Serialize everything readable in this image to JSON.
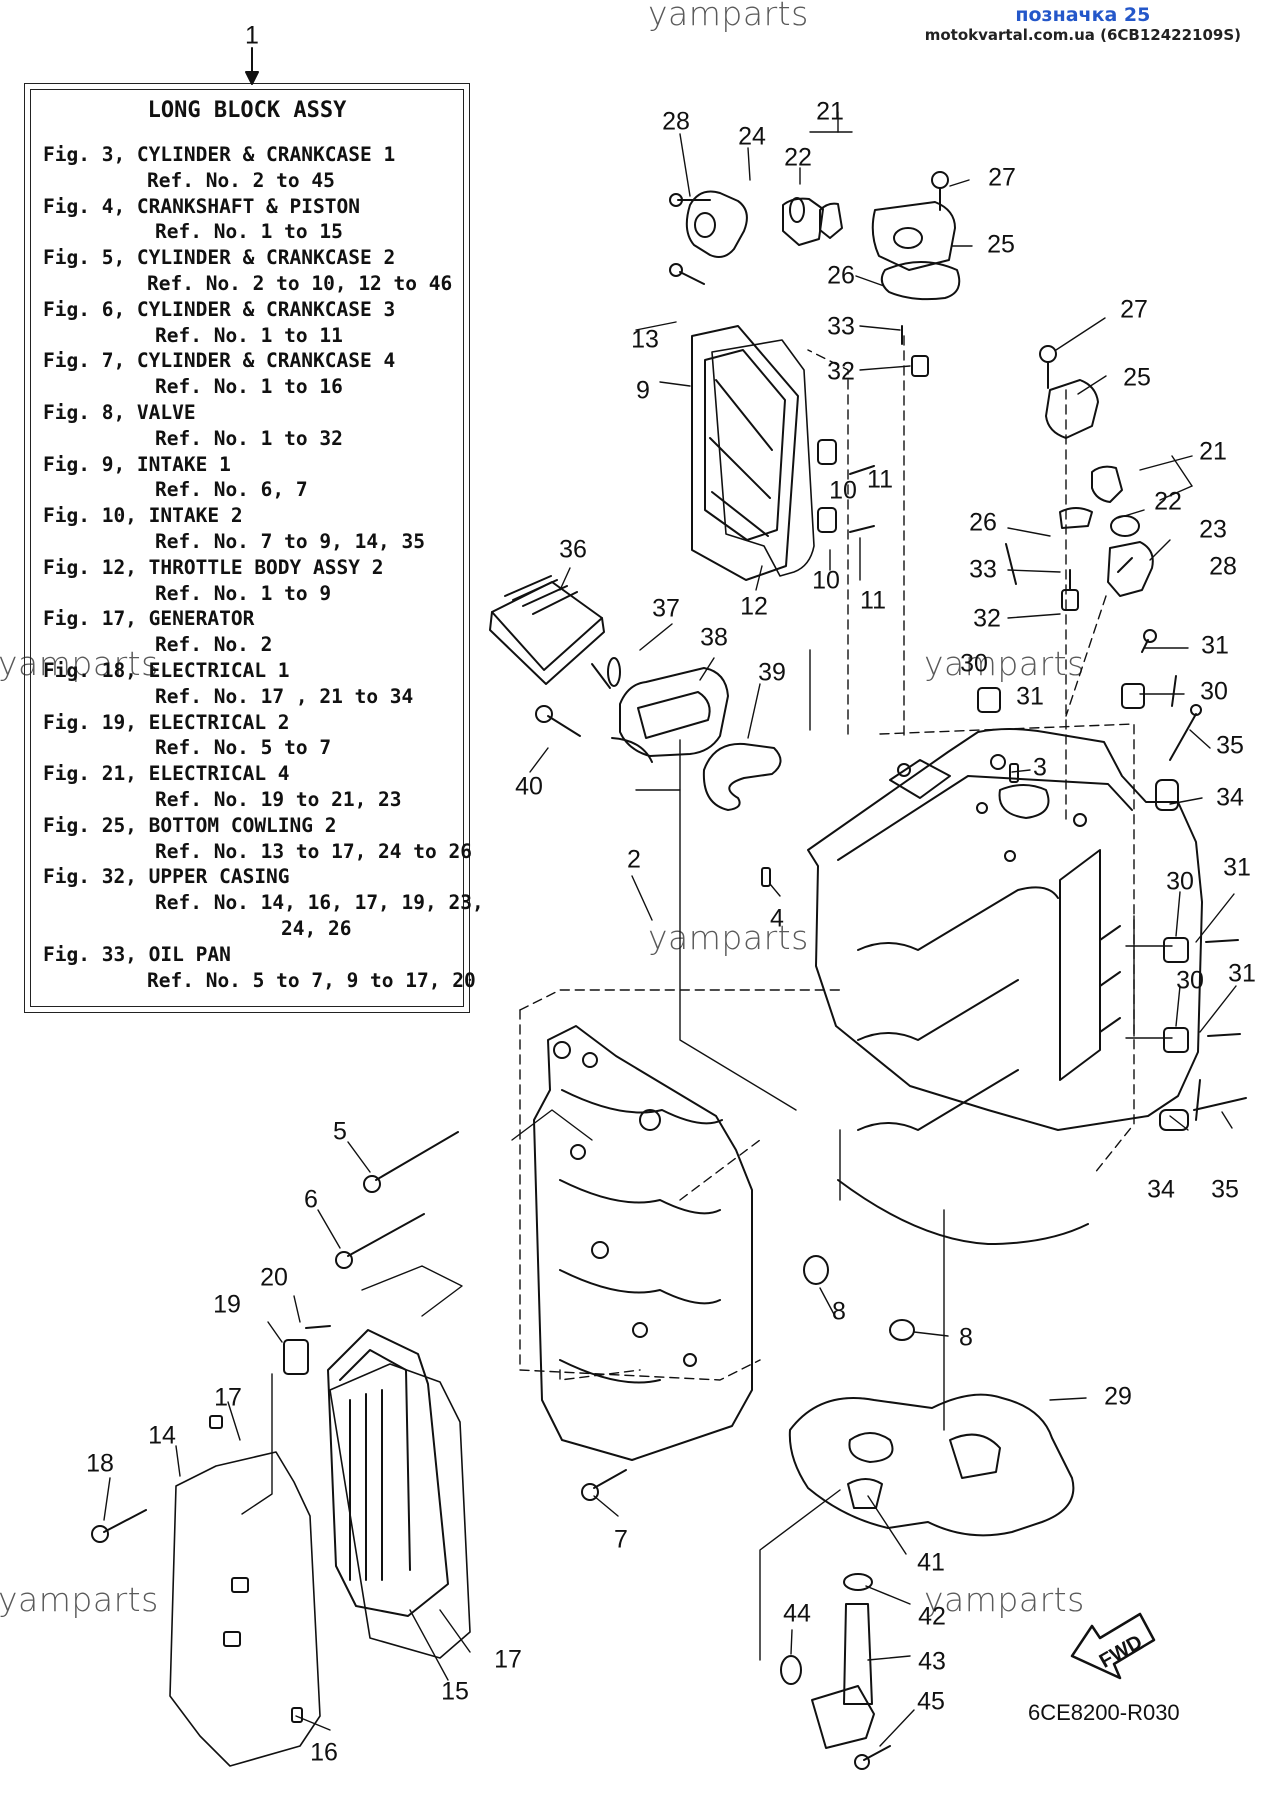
{
  "header": {
    "watermark_top": "yamparts",
    "tag": "позначка 25",
    "site": "motokvartal.com.ua (6CB12422109S)"
  },
  "watermarks": [
    "yamparts",
    "yamparts",
    "yamparts",
    "yamparts",
    "yamparts"
  ],
  "legend": {
    "title": "LONG BLOCK ASSY",
    "items": [
      {
        "fig": "Fig. 3, CYLINDER & CRANKCASE 1",
        "ref": "Ref. No. 2 to 45"
      },
      {
        "fig": "Fig. 4, CRANKSHAFT & PISTON",
        "ref": "Ref. No. 1 to 15"
      },
      {
        "fig": "Fig. 5, CYLINDER & CRANKCASE 2",
        "ref": "Ref. No. 2 to 10, 12 to 46"
      },
      {
        "fig": "Fig. 6, CYLINDER & CRANKCASE 3",
        "ref": "Ref. No. 1 to 11"
      },
      {
        "fig": "Fig. 7, CYLINDER & CRANKCASE 4",
        "ref": "Ref. No. 1 to 16"
      },
      {
        "fig": "Fig. 8, VALVE",
        "ref": "Ref. No. 1 to 32"
      },
      {
        "fig": "Fig. 9, INTAKE 1",
        "ref": "Ref. No. 6, 7"
      },
      {
        "fig": "Fig. 10, INTAKE 2",
        "ref": "Ref. No. 7 to 9, 14, 35"
      },
      {
        "fig": "Fig. 12, THROTTLE BODY ASSY 2",
        "ref": "Ref. No. 1 to 9"
      },
      {
        "fig": "Fig. 17, GENERATOR",
        "ref": "Ref. No. 2"
      },
      {
        "fig": "Fig. 18, ELECTRICAL 1",
        "ref": "Ref. No. 17 , 21 to 34"
      },
      {
        "fig": "Fig. 19, ELECTRICAL 2",
        "ref": "Ref. No. 5 to 7"
      },
      {
        "fig": "Fig. 21, ELECTRICAL 4",
        "ref": "Ref. No. 19 to 21, 23"
      },
      {
        "fig": "Fig. 25, BOTTOM COWLING 2",
        "ref": "Ref. No. 13 to 17, 24 to 26"
      },
      {
        "fig": "Fig. 32, UPPER CASING",
        "ref": "Ref. No. 14, 16, 17, 19, 23,",
        "ref2": "24, 26"
      },
      {
        "fig": "Fig. 33, OIL PAN",
        "ref": "Ref. No. 5 to 7, 9 to 17, 20"
      }
    ]
  },
  "callouts": [
    "1",
    "2",
    "3",
    "4",
    "5",
    "6",
    "7",
    "8",
    "8",
    "9",
    "10",
    "10",
    "11",
    "11",
    "12",
    "13",
    "14",
    "15",
    "16",
    "17",
    "17",
    "18",
    "19",
    "20",
    "21",
    "21",
    "22",
    "22",
    "23",
    "24",
    "25",
    "25",
    "26",
    "26",
    "27",
    "27",
    "28",
    "28",
    "29",
    "30",
    "30",
    "30",
    "30",
    "31",
    "31",
    "31",
    "31",
    "32",
    "32",
    "33",
    "33",
    "34",
    "34",
    "35",
    "35",
    "36",
    "37",
    "38",
    "39",
    "40",
    "41",
    "42",
    "43",
    "44",
    "45"
  ],
  "fwd_label": "FWD",
  "drawing_code": "6CE8200-R030"
}
